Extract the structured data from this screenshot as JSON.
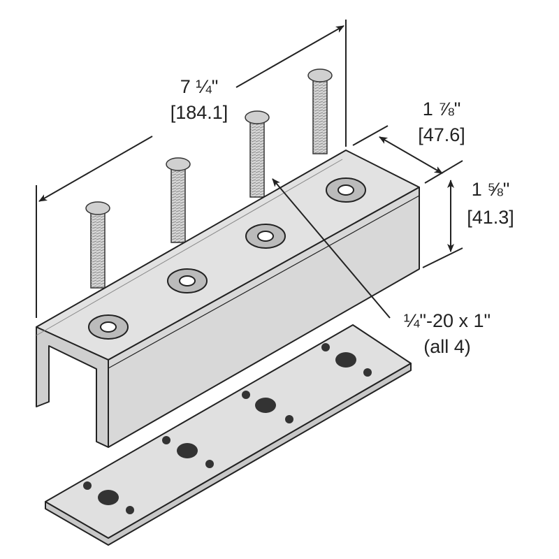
{
  "dimensions": {
    "length": {
      "imperial": "7 ¼\"",
      "metric": "[184.1]"
    },
    "width": {
      "imperial": "1 ⅞\"",
      "metric": "[47.6]"
    },
    "height": {
      "imperial": "1 ⅝\"",
      "metric": "[41.3]"
    }
  },
  "callout": {
    "line1": "¼\"-20 x 1\"",
    "line2": "(all 4)"
  },
  "colors": {
    "metal": "#dcdcdc",
    "stroke": "#222222",
    "shadow": "#c4c4c4"
  }
}
